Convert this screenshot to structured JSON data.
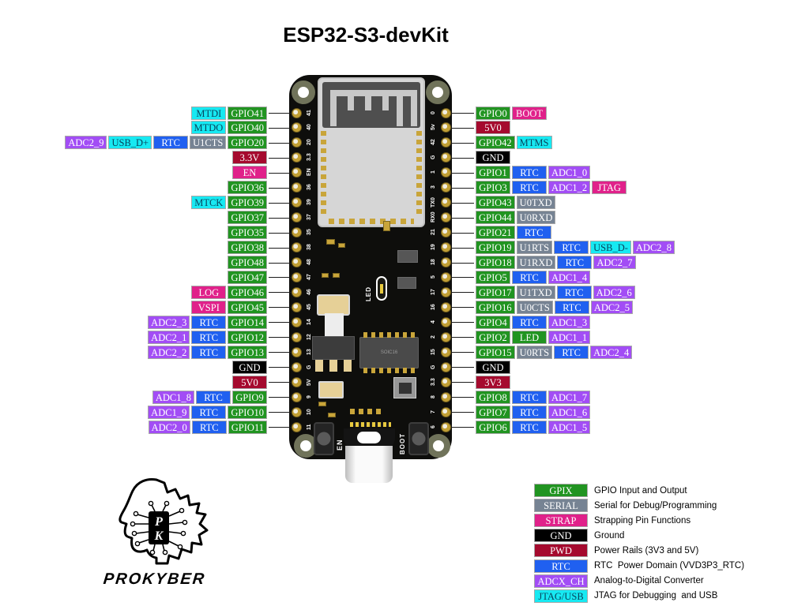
{
  "title": "ESP32-S3-devKit",
  "brand": {
    "name": "PROKYBER",
    "letters": [
      "P",
      "K"
    ]
  },
  "colors": {
    "gpio": "#219421",
    "serial": "#768393",
    "strap": "#E0218A",
    "gnd": "#000000",
    "pwd": "#A50A2E",
    "rtc": "#2060F0",
    "adc": "#A24DF5",
    "jtag": "#17E9F2"
  },
  "board": {
    "silk_left": [
      "41",
      "40",
      "20",
      "3.3",
      "EN",
      "36",
      "39",
      "37",
      "35",
      "38",
      "48",
      "47",
      "46",
      "45",
      "14",
      "12",
      "13",
      "G",
      "5V",
      "9",
      "10",
      "11"
    ],
    "silk_right": [
      "0",
      "5v",
      "42",
      "G",
      "1",
      "3",
      "TX0",
      "RX0",
      "21",
      "19",
      "18",
      "5",
      "17",
      "16",
      "4",
      "2",
      "15",
      "G",
      "3.3",
      "8",
      "7",
      "6"
    ],
    "buttons": [
      "EN",
      "BOOT"
    ],
    "led_label": "LED",
    "chip_label": "SOIC16"
  },
  "pins": {
    "left": [
      {
        "labels": [
          {
            "text": "MTDI",
            "type": "jtag"
          },
          {
            "text": "GPIO41",
            "type": "gpio"
          }
        ]
      },
      {
        "labels": [
          {
            "text": "MTDO",
            "type": "jtag"
          },
          {
            "text": "GPIO40",
            "type": "gpio"
          }
        ]
      },
      {
        "labels": [
          {
            "text": "ADC2_9",
            "type": "adc"
          },
          {
            "text": "USB_D+",
            "type": "jtag"
          },
          {
            "text": "RTC",
            "type": "rtc"
          },
          {
            "text": "U1CTS",
            "type": "serial"
          },
          {
            "text": "GPIO20",
            "type": "gpio"
          }
        ]
      },
      {
        "labels": [
          {
            "text": "3.3V",
            "type": "pwd"
          }
        ]
      },
      {
        "labels": [
          {
            "text": "EN",
            "type": "strap"
          }
        ]
      },
      {
        "labels": [
          {
            "text": "GPIO36",
            "type": "gpio"
          }
        ]
      },
      {
        "labels": [
          {
            "text": "MTCK",
            "type": "jtag"
          },
          {
            "text": "GPIO39",
            "type": "gpio"
          }
        ]
      },
      {
        "labels": [
          {
            "text": "GPIO37",
            "type": "gpio"
          }
        ]
      },
      {
        "labels": [
          {
            "text": "GPIO35",
            "type": "gpio"
          }
        ]
      },
      {
        "labels": [
          {
            "text": "GPIO38",
            "type": "gpio"
          }
        ]
      },
      {
        "labels": [
          {
            "text": "GPIO48",
            "type": "gpio"
          }
        ]
      },
      {
        "labels": [
          {
            "text": "GPIO47",
            "type": "gpio"
          }
        ]
      },
      {
        "labels": [
          {
            "text": "LOG",
            "type": "strap"
          },
          {
            "text": "GPIO46",
            "type": "gpio"
          }
        ]
      },
      {
        "labels": [
          {
            "text": "VSPI",
            "type": "strap"
          },
          {
            "text": "GPIO45",
            "type": "gpio"
          }
        ]
      },
      {
        "labels": [
          {
            "text": "ADC2_3",
            "type": "adc"
          },
          {
            "text": "RTC",
            "type": "rtc"
          },
          {
            "text": "GPIO14",
            "type": "gpio"
          }
        ]
      },
      {
        "labels": [
          {
            "text": "ADC2_1",
            "type": "adc"
          },
          {
            "text": "RTC",
            "type": "rtc"
          },
          {
            "text": "GPIO12",
            "type": "gpio"
          }
        ]
      },
      {
        "labels": [
          {
            "text": "ADC2_2",
            "type": "adc"
          },
          {
            "text": "RTC",
            "type": "rtc"
          },
          {
            "text": "GPIO13",
            "type": "gpio"
          }
        ]
      },
      {
        "labels": [
          {
            "text": "GND",
            "type": "gnd"
          }
        ]
      },
      {
        "labels": [
          {
            "text": "5V0",
            "type": "pwd"
          }
        ]
      },
      {
        "labels": [
          {
            "text": "ADC1_8",
            "type": "adc"
          },
          {
            "text": "RTC",
            "type": "rtc"
          },
          {
            "text": "GPIO9",
            "type": "gpio"
          }
        ]
      },
      {
        "labels": [
          {
            "text": "ADC1_9",
            "type": "adc"
          },
          {
            "text": "RTC",
            "type": "rtc"
          },
          {
            "text": "GPIO10",
            "type": "gpio"
          }
        ]
      },
      {
        "labels": [
          {
            "text": "ADC2_0",
            "type": "adc"
          },
          {
            "text": "RTC",
            "type": "rtc"
          },
          {
            "text": "GPIO11",
            "type": "gpio"
          }
        ]
      }
    ],
    "right": [
      {
        "labels": [
          {
            "text": "GPIO0",
            "type": "gpio"
          },
          {
            "text": "BOOT",
            "type": "strap"
          }
        ]
      },
      {
        "labels": [
          {
            "text": "5V0",
            "type": "pwd"
          }
        ]
      },
      {
        "labels": [
          {
            "text": "GPIO42",
            "type": "gpio"
          },
          {
            "text": "MTMS",
            "type": "jtag"
          }
        ]
      },
      {
        "labels": [
          {
            "text": "GND",
            "type": "gnd"
          }
        ]
      },
      {
        "labels": [
          {
            "text": "GPIO1",
            "type": "gpio"
          },
          {
            "text": "RTC",
            "type": "rtc"
          },
          {
            "text": "ADC1_0",
            "type": "adc"
          }
        ]
      },
      {
        "labels": [
          {
            "text": "GPIO3",
            "type": "gpio"
          },
          {
            "text": "RTC",
            "type": "rtc"
          },
          {
            "text": "ADC1_2",
            "type": "adc"
          },
          {
            "text": "JTAG",
            "type": "strap"
          }
        ]
      },
      {
        "labels": [
          {
            "text": "GPIO43",
            "type": "gpio"
          },
          {
            "text": "U0TXD",
            "type": "serial"
          }
        ]
      },
      {
        "labels": [
          {
            "text": "GPIO44",
            "type": "gpio"
          },
          {
            "text": "U0RXD",
            "type": "serial"
          }
        ]
      },
      {
        "labels": [
          {
            "text": "GPIO21",
            "type": "gpio"
          },
          {
            "text": "RTC",
            "type": "rtc"
          }
        ]
      },
      {
        "labels": [
          {
            "text": "GPIO19",
            "type": "gpio"
          },
          {
            "text": "U1RTS",
            "type": "serial"
          },
          {
            "text": "RTC",
            "type": "rtc"
          },
          {
            "text": "USB_D-",
            "type": "jtag"
          },
          {
            "text": "ADC2_8",
            "type": "adc"
          }
        ]
      },
      {
        "labels": [
          {
            "text": "GPIO18",
            "type": "gpio"
          },
          {
            "text": "U1RXD",
            "type": "serial"
          },
          {
            "text": "RTC",
            "type": "rtc"
          },
          {
            "text": "ADC2_7",
            "type": "adc"
          }
        ]
      },
      {
        "labels": [
          {
            "text": "GPIO5",
            "type": "gpio"
          },
          {
            "text": "RTC",
            "type": "rtc"
          },
          {
            "text": "ADC1_4",
            "type": "adc"
          }
        ]
      },
      {
        "labels": [
          {
            "text": "GPIO17",
            "type": "gpio"
          },
          {
            "text": "U1TXD",
            "type": "serial"
          },
          {
            "text": "RTC",
            "type": "rtc"
          },
          {
            "text": "ADC2_6",
            "type": "adc"
          }
        ]
      },
      {
        "labels": [
          {
            "text": "GPIO16",
            "type": "gpio"
          },
          {
            "text": "U0CTS",
            "type": "serial"
          },
          {
            "text": "RTC",
            "type": "rtc"
          },
          {
            "text": "ADC2_5",
            "type": "adc"
          }
        ]
      },
      {
        "labels": [
          {
            "text": "GPIO4",
            "type": "gpio"
          },
          {
            "text": "RTC",
            "type": "rtc"
          },
          {
            "text": "ADC1_3",
            "type": "adc"
          }
        ]
      },
      {
        "labels": [
          {
            "text": "GPIO2",
            "type": "gpio"
          },
          {
            "text": "LED",
            "type": "gpio"
          },
          {
            "text": "ADC1_1",
            "type": "adc"
          }
        ]
      },
      {
        "labels": [
          {
            "text": "GPIO15",
            "type": "gpio"
          },
          {
            "text": "U0RTS",
            "type": "serial"
          },
          {
            "text": "RTC",
            "type": "rtc"
          },
          {
            "text": "ADC2_4",
            "type": "adc"
          }
        ]
      },
      {
        "labels": [
          {
            "text": "GND",
            "type": "gnd"
          }
        ]
      },
      {
        "labels": [
          {
            "text": "3V3",
            "type": "pwd"
          }
        ]
      },
      {
        "labels": [
          {
            "text": "GPIO8",
            "type": "gpio"
          },
          {
            "text": "RTC",
            "type": "rtc"
          },
          {
            "text": "ADC1_7",
            "type": "adc"
          }
        ]
      },
      {
        "labels": [
          {
            "text": "GPIO7",
            "type": "gpio"
          },
          {
            "text": "RTC",
            "type": "rtc"
          },
          {
            "text": "ADC1_6",
            "type": "adc"
          }
        ]
      },
      {
        "labels": [
          {
            "text": "GPIO6",
            "type": "gpio"
          },
          {
            "text": "RTC",
            "type": "rtc"
          },
          {
            "text": "ADC1_5",
            "type": "adc"
          }
        ]
      }
    ]
  },
  "legend": [
    {
      "tag": "GPIX",
      "type": "gpio",
      "desc": "GPIO Input and Output"
    },
    {
      "tag": "SERIAL",
      "type": "serial",
      "desc": "Serial for Debug/Programming"
    },
    {
      "tag": "STRAP",
      "type": "strap",
      "desc": "Strapping Pin Functions"
    },
    {
      "tag": "GND",
      "type": "gnd",
      "desc": "Ground"
    },
    {
      "tag": "PWD",
      "type": "pwd",
      "desc": "Power Rails (3V3 and 5V)"
    },
    {
      "tag": "RTC",
      "type": "rtc",
      "desc": "RTC  Power Domain (VVD3P3_RTC)"
    },
    {
      "tag": "ADCX_CH",
      "type": "adc",
      "desc": "Analog-to-Digital Converter"
    },
    {
      "tag": "JTAG/USB",
      "type": "jtag",
      "desc": "JTAG for Debugging  and USB"
    }
  ]
}
